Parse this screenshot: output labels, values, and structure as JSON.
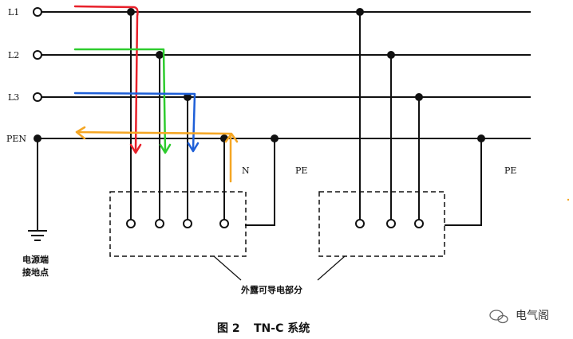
{
  "lines": {
    "l1": "L1",
    "l2": "L2",
    "l3": "L3",
    "pen": "PEN"
  },
  "labels": {
    "n": "N",
    "pe_left": "PE",
    "pe_right": "PE",
    "source_ground_line1": "电源端",
    "source_ground_line2": "接地点",
    "exposed_parts": "外露可导电部分"
  },
  "caption": {
    "figure_no": "图 2",
    "title": "TN-C 系统"
  },
  "watermark": {
    "text": "电气阁",
    "icon": "wechat-icon"
  },
  "colors": {
    "wire": "#111111",
    "l1_flow": "#e8202a",
    "l2_flow": "#2ecc2e",
    "l3_flow": "#1e5fd8",
    "pen_flow": "#f5a623"
  }
}
